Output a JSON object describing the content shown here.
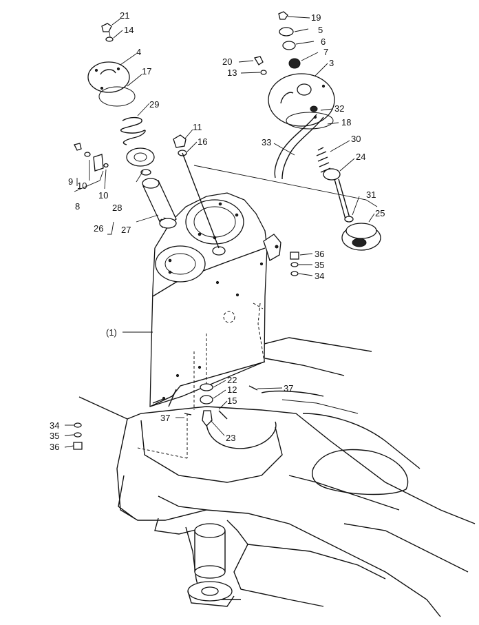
{
  "labels": {
    "p1": "(1)",
    "p3": "3",
    "p4": "4",
    "p5": "5",
    "p6": "6",
    "p7": "7",
    "p8": "8",
    "p9": "9",
    "p10a": "10",
    "p10b": "10",
    "p11": "11",
    "p12": "12",
    "p13": "13",
    "p14": "14",
    "p15": "15",
    "p16": "16",
    "p17": "17",
    "p18": "18",
    "p19": "19",
    "p20": "20",
    "p21": "21",
    "p22": "22",
    "p23": "23",
    "p24": "24",
    "p25": "25",
    "p26": "26",
    "p27": "27",
    "p28": "28",
    "p29": "29",
    "p30": "30",
    "p31": "31",
    "p32": "32",
    "p33": "33",
    "p34a": "34",
    "p34b": "34",
    "p35a": "35",
    "p35b": "35",
    "p36a": "36",
    "p36b": "36",
    "p37a": "37",
    "p37b": "37"
  }
}
